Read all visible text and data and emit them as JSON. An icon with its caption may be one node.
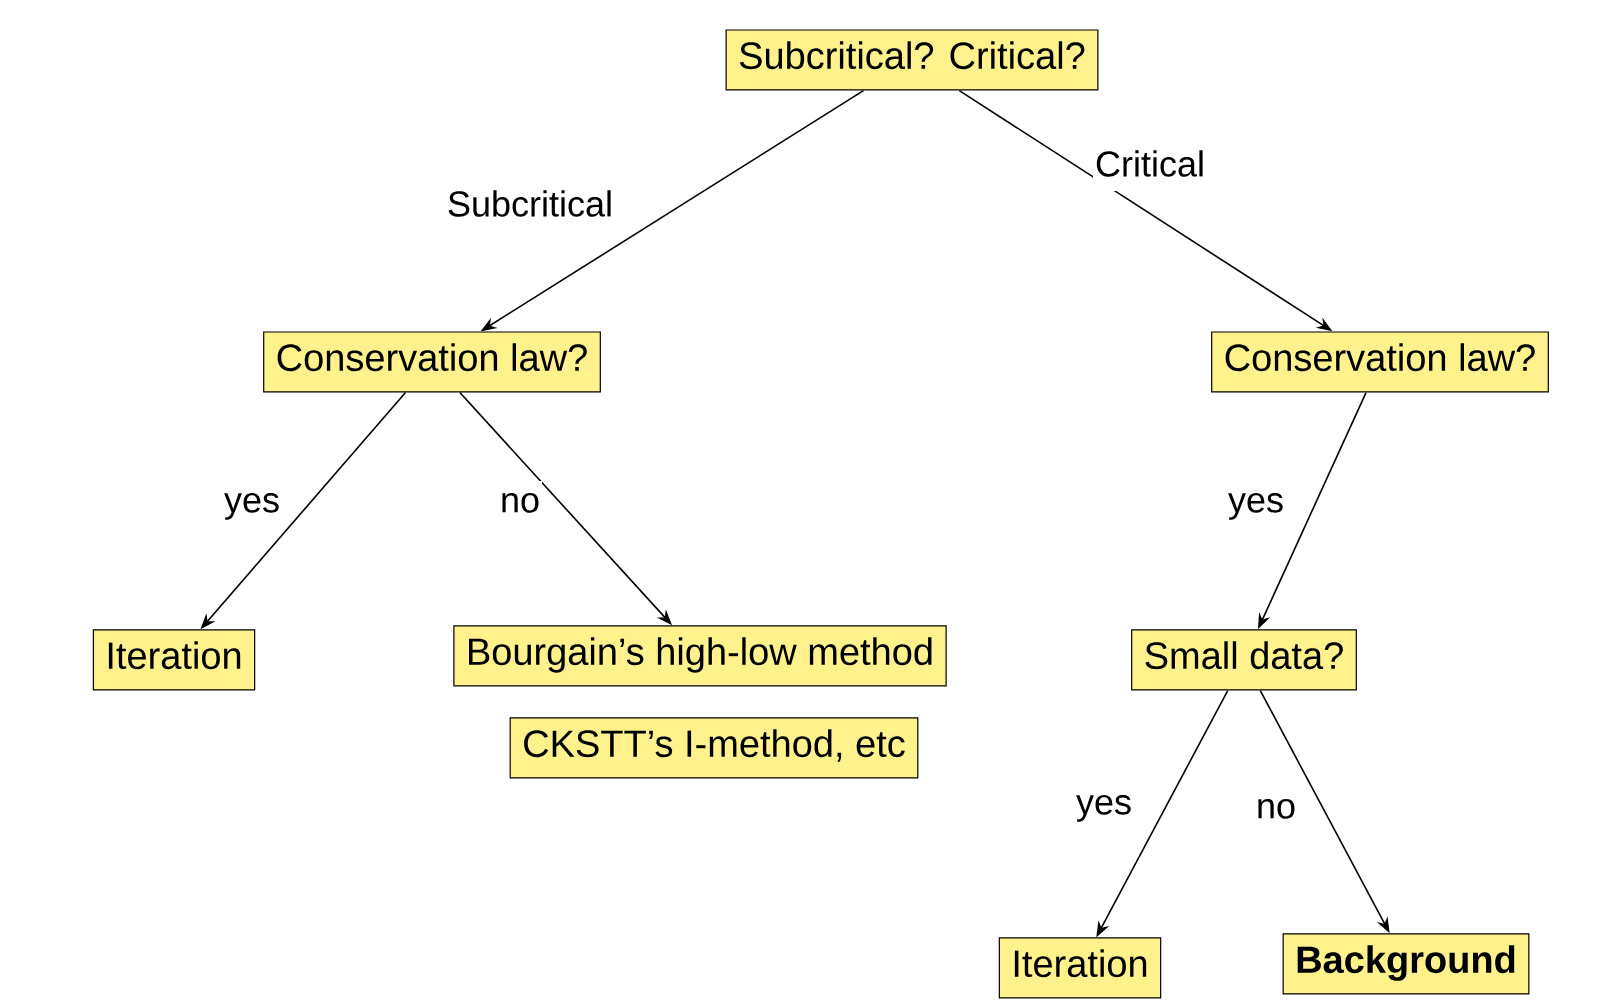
{
  "diagram": {
    "nodes": [
      {
        "text": [
          "Subcritical? Critical?"
        ]
      },
      {
        "text": [
          "Conservation law?"
        ]
      },
      {
        "text": [
          "Conservation law?"
        ]
      },
      {
        "text": [
          "Iteration"
        ]
      },
      {
        "text": [
          "Bourgain’s high-low method"
        ]
      },
      {
        "text": [
          "CKSTT’s I-method, etc"
        ]
      },
      {
        "text": [
          "Small data?"
        ]
      },
      {
        "text": [
          "Iteration"
        ]
      },
      {
        "text": [
          "Background"
        ]
      }
    ],
    "edges": [
      {
        "from": 0,
        "to": 1,
        "arrow": "to",
        "label": "Subcritical"
      },
      {
        "from": 0,
        "to": 2,
        "arrow": "to",
        "label": "Critical"
      },
      {
        "from": 1,
        "to": 3,
        "arrow": "to",
        "label": "yes"
      },
      {
        "from": 1,
        "to": 4,
        "arrow": "to",
        "label": "no"
      },
      {
        "from": 2,
        "to": 6,
        "arrow": "to",
        "label": "yes"
      },
      {
        "from": 6,
        "to": 7,
        "arrow": "to",
        "label": "yes"
      },
      {
        "from": 6,
        "to": 8,
        "arrow": "to",
        "label": "no"
      }
    ]
  }
}
